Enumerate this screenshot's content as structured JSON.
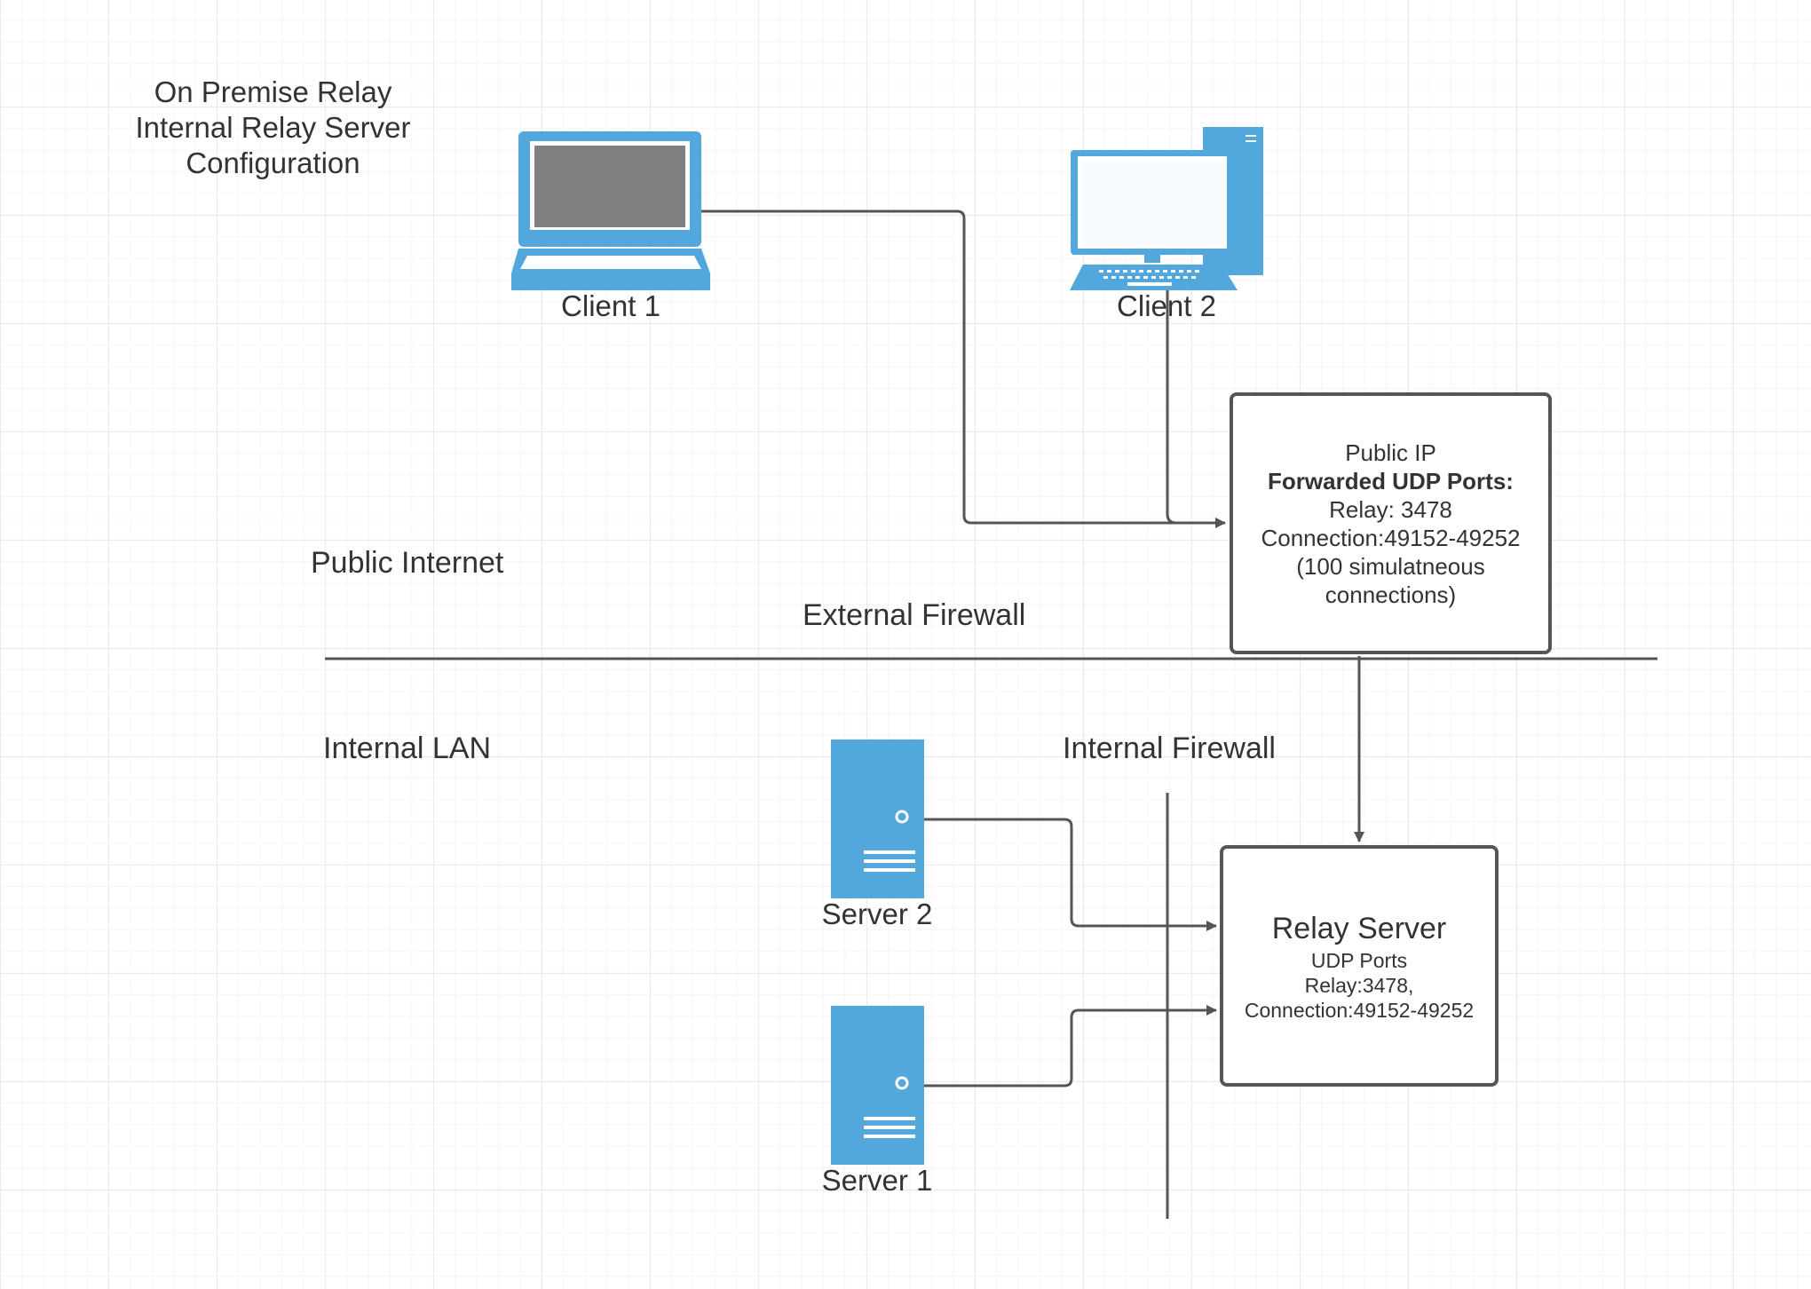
{
  "title_lines": [
    "On Premise Relay",
    "Internal Relay Server",
    "Configuration"
  ],
  "zones": {
    "public_internet": "Public Internet",
    "external_firewall": "External Firewall",
    "internal_lan": "Internal LAN",
    "internal_firewall": "Internal Firewall"
  },
  "nodes": {
    "client1": {
      "label": "Client 1",
      "icon": "laptop-icon"
    },
    "client2": {
      "label": "Client 2",
      "icon": "desktop-computer-icon"
    },
    "server2": {
      "label": "Server 2",
      "icon": "server-icon"
    },
    "server1": {
      "label": "Server 1",
      "icon": "server-icon"
    }
  },
  "public_ip_box": {
    "line1": "Public IP",
    "line2": "Forwarded UDP Ports:",
    "line3": "Relay: 3478",
    "line4": "Connection:49152-49252",
    "line5": "(100 simulatneous",
    "line6": "connections)"
  },
  "relay_server_box": {
    "title": "Relay Server",
    "line1": "UDP Ports",
    "line2": "Relay:3478,",
    "line3": "Connection:49152-49252"
  },
  "colors": {
    "icon_blue": "#52a8dc",
    "line_gray": "#555555",
    "screen_gray": "#808080"
  }
}
